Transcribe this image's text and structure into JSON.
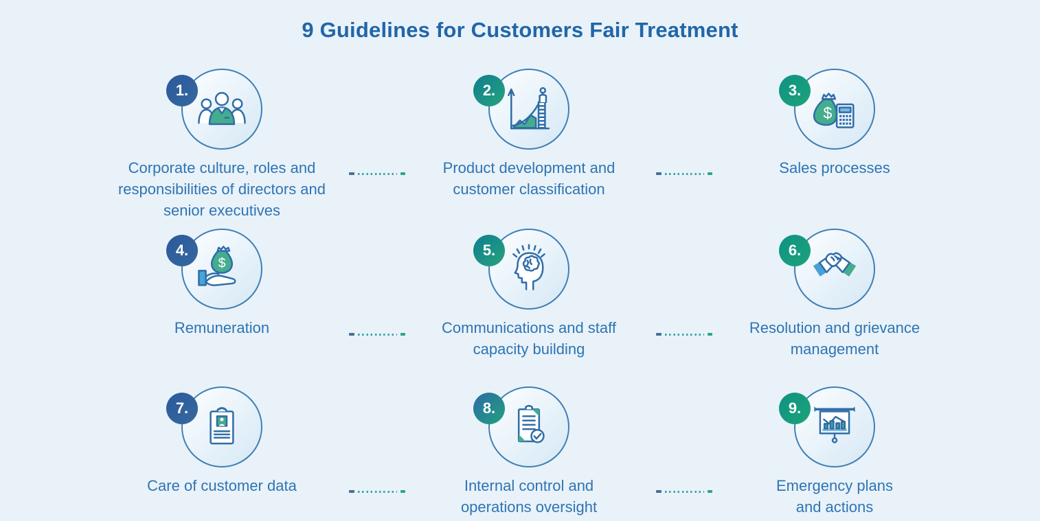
{
  "title": "9 Guidelines for Customers Fair Treatment",
  "items": [
    {
      "number": "1.",
      "icon": "people-group-icon",
      "lines": [
        "Corporate culture, roles and",
        "responsibilities of directors and",
        "senior executives"
      ],
      "badge_colors": [
        "#2a5a9b",
        "#36689f"
      ]
    },
    {
      "number": "2.",
      "icon": "growth-chart-icon",
      "lines": [
        "Product development and",
        "customer classification"
      ],
      "badge_colors": [
        "#0e7d90",
        "#27a37d"
      ]
    },
    {
      "number": "3.",
      "icon": "money-bag-calculator-icon",
      "lines": [
        "Sales processes"
      ],
      "badge_colors": [
        "#0f9282",
        "#1ca37b"
      ]
    },
    {
      "number": "4.",
      "icon": "hand-money-bag-icon",
      "lines": [
        "Remuneration"
      ],
      "badge_colors": [
        "#2a5a9b",
        "#36689f"
      ]
    },
    {
      "number": "5.",
      "icon": "head-brain-icon",
      "lines": [
        "Communications and staff",
        "capacity building"
      ],
      "badge_colors": [
        "#0e7d90",
        "#27a37d"
      ]
    },
    {
      "number": "6.",
      "icon": "handshake-icon",
      "lines": [
        "Resolution and grievance",
        "management"
      ],
      "badge_colors": [
        "#0f9282",
        "#1ca37b"
      ]
    },
    {
      "number": "7.",
      "icon": "customer-id-card-icon",
      "lines": [
        "Care of customer data"
      ],
      "badge_colors": [
        "#2a5a9b",
        "#36689f"
      ]
    },
    {
      "number": "8.",
      "icon": "checklist-check-icon",
      "lines": [
        "Internal control and",
        "operations oversight"
      ],
      "badge_colors": [
        "#2c6ba6",
        "#22a07e"
      ]
    },
    {
      "number": "9.",
      "icon": "presentation-chart-icon",
      "lines": [
        "Emergency plans",
        "and actions"
      ],
      "badge_colors": [
        "#0f9282",
        "#1ca37b"
      ]
    }
  ],
  "colors": {
    "background": "#e9f2f9",
    "title_text": "#2166a8",
    "label_text": "#2e74b3",
    "circle_border": "#3f7fb5",
    "circle_fill_light": "#f7fbfe",
    "circle_fill_dark": "#d7e9f5",
    "icon_stroke": "#2f6da8",
    "icon_green": "#44ad8e",
    "icon_blue": "#49a5d9",
    "connector_dot": "#3aa3a8",
    "connector_start": "#4a6f96",
    "connector_end": "#29a87e"
  }
}
